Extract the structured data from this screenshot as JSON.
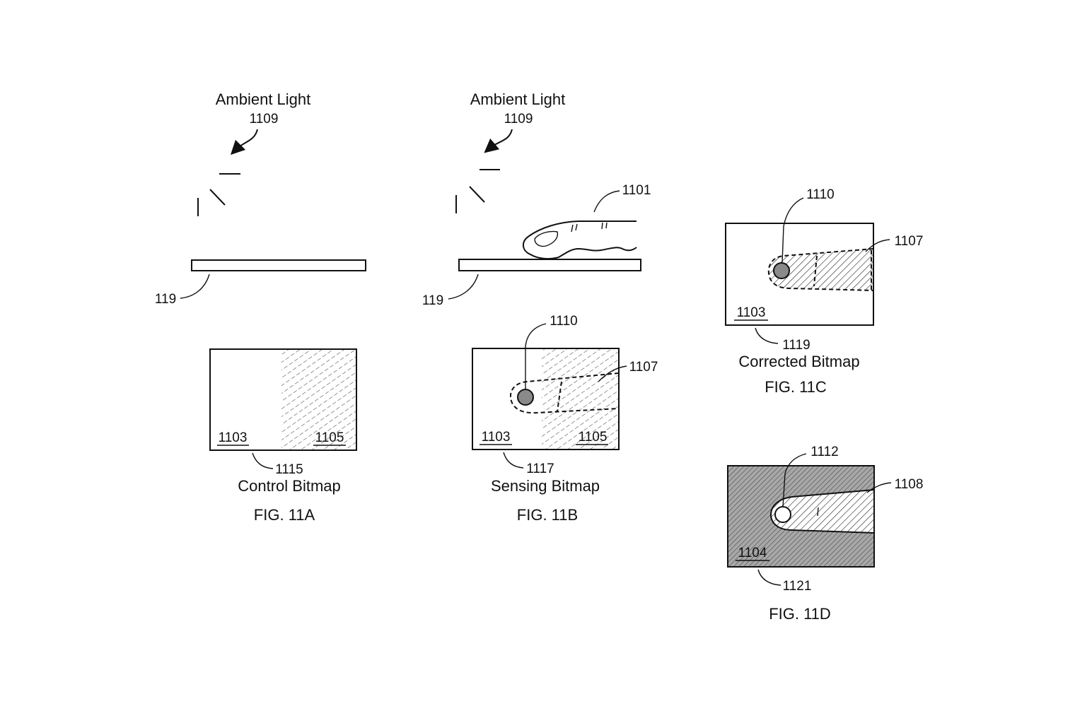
{
  "fig_a": {
    "title": "Ambient Light",
    "light_ref": "1109",
    "surface_ref": "119",
    "region_left_ref": "1103",
    "region_right_ref": "1105",
    "bitmap_ref": "1115",
    "caption": "Control Bitmap",
    "fig_label": "FIG. 11A"
  },
  "fig_b": {
    "title": "Ambient Light",
    "light_ref": "1109",
    "finger_ref": "1101",
    "surface_ref": "119",
    "touch_ref": "1110",
    "shadow_ref": "1107",
    "region_left_ref": "1103",
    "region_right_ref": "1105",
    "bitmap_ref": "1117",
    "caption": "Sensing Bitmap",
    "fig_label": "FIG. 11B"
  },
  "fig_c": {
    "touch_ref": "1110",
    "shadow_ref": "1107",
    "region_ref": "1103",
    "bitmap_ref": "1119",
    "caption": "Corrected Bitmap",
    "fig_label": "FIG. 11C"
  },
  "fig_d": {
    "touch_ref": "1112",
    "shadow_ref": "1108",
    "region_ref": "1104",
    "bitmap_ref": "1121",
    "fig_label": "FIG. 11D"
  },
  "colors": {
    "ink": "#111111",
    "touch_fill": "#8a8a8a",
    "dark_fill": "#9a9a9a"
  }
}
